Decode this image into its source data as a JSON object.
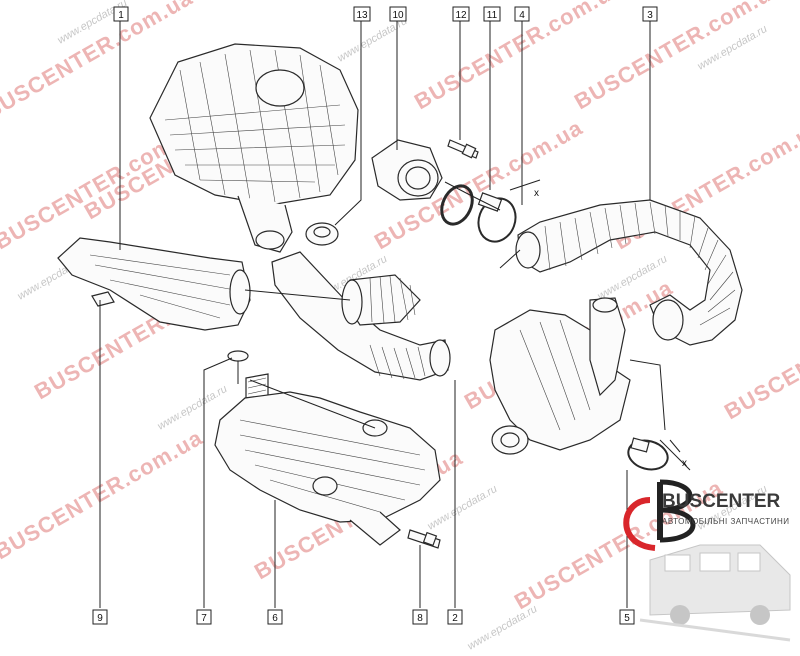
{
  "callouts": [
    {
      "id": "c1",
      "label": "1"
    },
    {
      "id": "c2",
      "label": "2"
    },
    {
      "id": "c3",
      "label": "3"
    },
    {
      "id": "c4",
      "label": "4"
    },
    {
      "id": "c5",
      "label": "5"
    },
    {
      "id": "c6",
      "label": "6"
    },
    {
      "id": "c7",
      "label": "7"
    },
    {
      "id": "c8",
      "label": "8"
    },
    {
      "id": "c9",
      "label": "9"
    },
    {
      "id": "c10",
      "label": "10"
    },
    {
      "id": "c11",
      "label": "11"
    },
    {
      "id": "c12",
      "label": "12"
    },
    {
      "id": "c13",
      "label": "13"
    }
  ],
  "dimension_marks": {
    "x_upper": "x",
    "x_lower": "x"
  },
  "watermarks": {
    "brand_red": "BUSCENTER.com.ua",
    "site_gray": "www.epcdata.ru"
  },
  "logo": {
    "name": "BUSCENTER",
    "tagline": "АВТОМОБІЛЬНІ ЗАПЧАСТИНИ"
  },
  "colors": {
    "line": "#222222",
    "watermark_red": "#e07a78",
    "background": "#ffffff"
  }
}
